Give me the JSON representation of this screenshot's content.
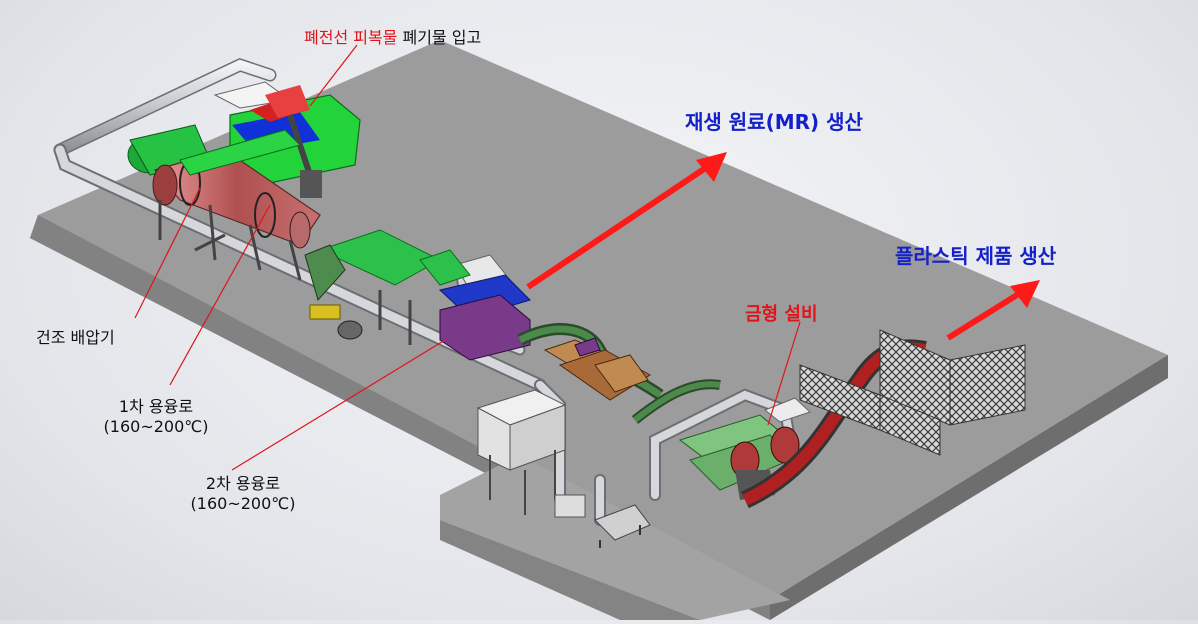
{
  "labels": {
    "intake_red": "폐전선 피복물",
    "intake_rest": " 폐기물 입고",
    "mr_production": "재생 원료(MR) 생산",
    "plastic_production": "플라스틱 제품 생산",
    "mold_equipment": "금형 설비",
    "dryer_compressor": "건조 배압기",
    "furnace1_name": "1차 용융로",
    "furnace1_temp": "(160~200℃)",
    "furnace2_name": "2차 용융로",
    "furnace2_temp": "(160~200℃)"
  },
  "colors": {
    "arrow_red": "#ff1a1a",
    "leader_red": "#e0141a",
    "label_blue": "#1420c8",
    "floor_top": "#9a9a9a",
    "floor_side": "#7e7e7e",
    "hopper_green": "#22d43a",
    "hopper_blue": "#1030d8",
    "furnace_red": "#c86060",
    "press_purple": "#7a3a8a",
    "motor_brown": "#a86a38",
    "roller_green": "#7fc47f",
    "conveyor_red": "#b02020",
    "fence_grey": "#555555",
    "pipe_grey": "#c9cbd0"
  }
}
